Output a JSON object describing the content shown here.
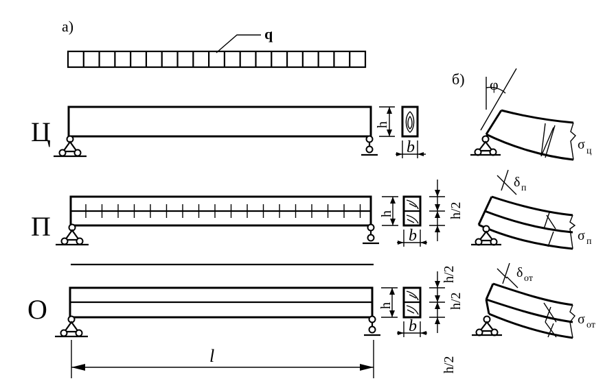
{
  "labels": {
    "panel_a": "а)",
    "panel_b": "б)",
    "load": "q",
    "span": "l",
    "angle": "φ",
    "height": "h",
    "width": "b",
    "half_height": "h/2"
  },
  "beams": [
    {
      "letter": "Ц",
      "stress_symbol": "σ",
      "stress_sub": "ц",
      "delta_symbol": "",
      "delta_sub": ""
    },
    {
      "letter": "П",
      "stress_symbol": "σ",
      "stress_sub": "п",
      "delta_symbol": "δ",
      "delta_sub": "п"
    },
    {
      "letter": "О",
      "stress_symbol": "σ",
      "stress_sub": "от",
      "delta_symbol": "δ",
      "delta_sub": "от"
    }
  ]
}
